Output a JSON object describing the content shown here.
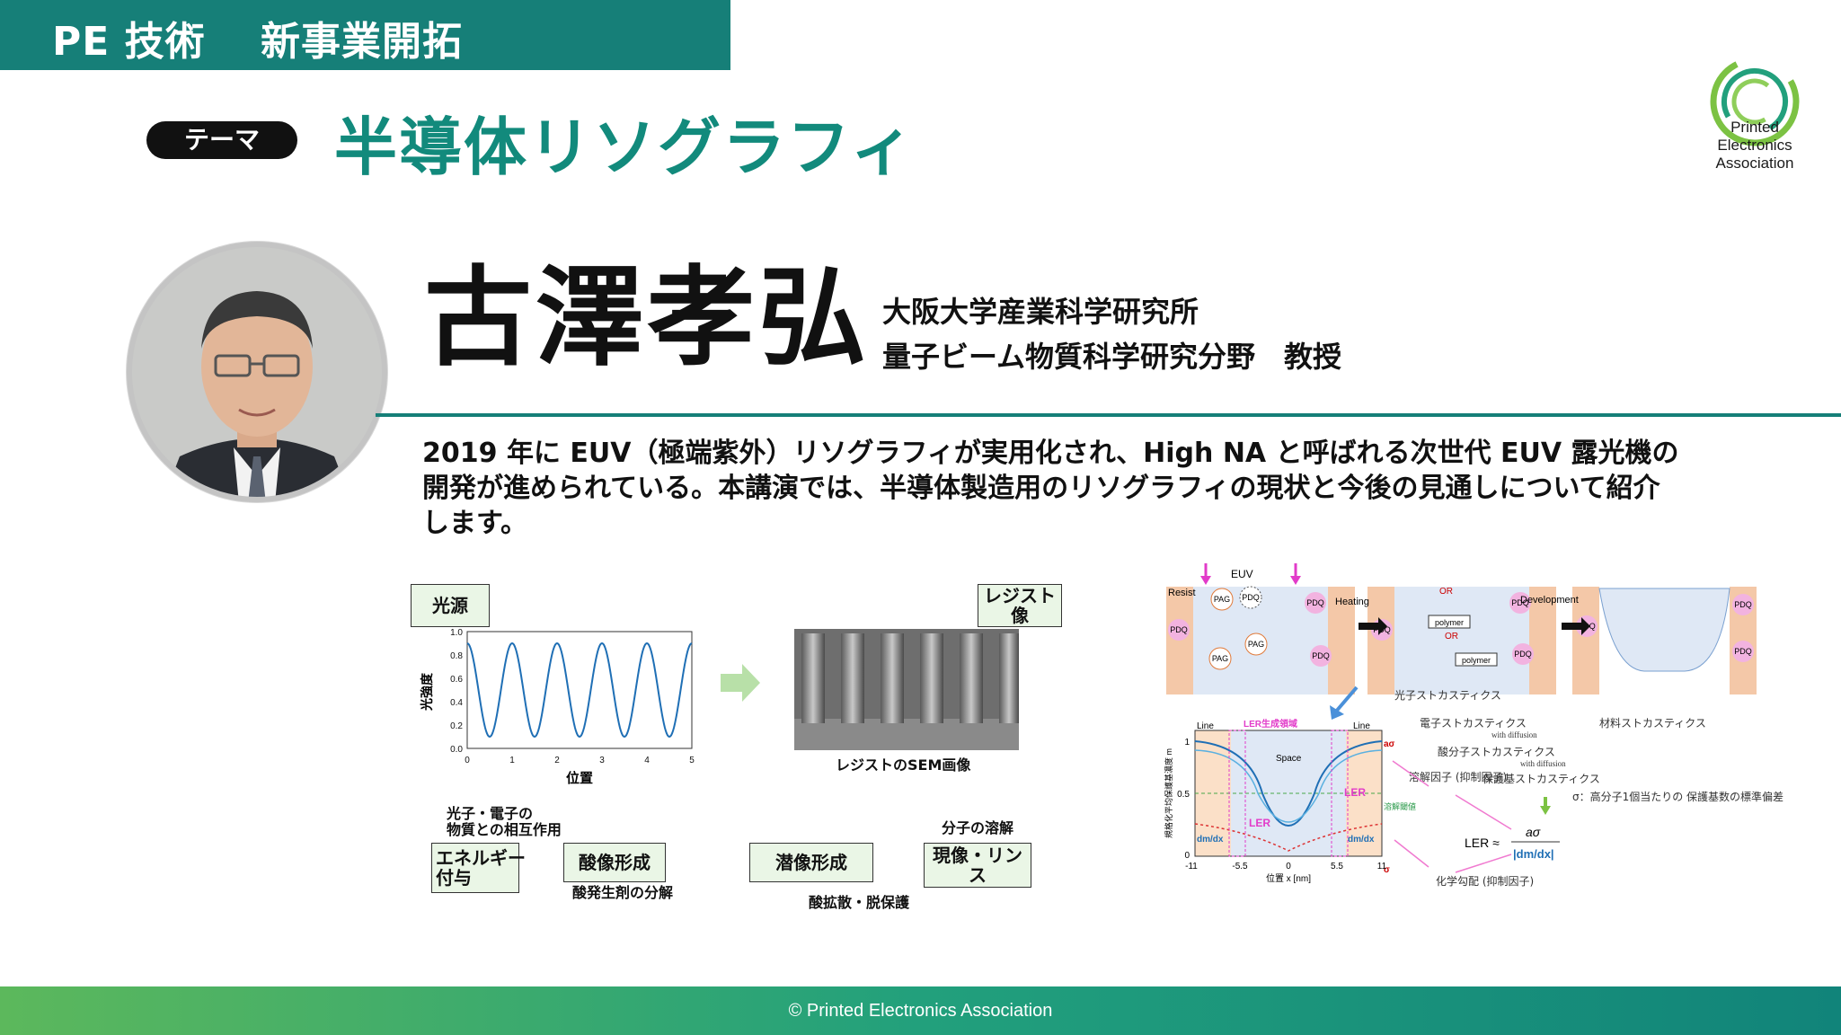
{
  "header": {
    "title": "PE 技術　 新事業開拓"
  },
  "theme": {
    "badge": "テーマ",
    "title": "半導体リソグラフィ"
  },
  "logo": {
    "lines": [
      "Printed",
      "Electronics",
      "Association"
    ]
  },
  "speaker": {
    "name": "古澤孝弘",
    "affiliation_line1": "大阪大学産業科学研究所",
    "affiliation_line2": "量子ビーム物質科学研究分野　教授"
  },
  "abstract": {
    "line1": "2019 年に EUV（極端紫外）リソグラフィが実用化され、High NA と呼ばれる次世代 EUV 露光機の",
    "line2": "開発が進められている。本講演では、半導体製造用のリソグラフィの現状と今後の見通しについて紹介",
    "line3": "します。"
  },
  "figure_left": {
    "label_light_source": "光源",
    "label_resist_image": "レジスト像",
    "chart_ylabel": "光強度",
    "chart_xlabel": "位置",
    "y_ticks": [
      "1.0",
      "0.8",
      "0.6",
      "0.4",
      "0.2",
      "0.0"
    ],
    "x_ticks": [
      "0",
      "1",
      "2",
      "3",
      "4",
      "5"
    ],
    "sem_caption": "レジストのSEM画像",
    "interaction_note": "光子・電子の\n物質との相互作用",
    "dissolution_note": "分子の溶解",
    "step_energy": "エネルギー\n付与",
    "step_acid": "酸像形成",
    "step_latent": "潜像形成",
    "step_develop": "現像・リンス",
    "acid_note": "酸発生剤の分解",
    "diffusion_note": "酸拡散・脱保護"
  },
  "figure_right": {
    "euv": "EUV",
    "resist": "Resist",
    "heating": "Heating",
    "development": "Development",
    "pdq": "PDQ",
    "pag": "PAG",
    "polymer": "polymer",
    "or_label": "OR",
    "line_left": "Line",
    "line_right": "Line",
    "space": "Space",
    "ler_region": "LER生成領域",
    "ler": "LER",
    "dmdx": "dm/dx",
    "a_sigma": "aσ",
    "sigma": "σ",
    "dissolution_threshold": "溶解閾値",
    "y_axis_label": "規格化平均保護基濃度 m",
    "y_ticks": [
      "1",
      "0.5",
      "0"
    ],
    "x_ticks": [
      "-11",
      "-5.5",
      "0",
      "5.5",
      "11"
    ],
    "x_axis_label": "位置 x [nm]",
    "photon_stochastics": "光子ストカスティクス",
    "electron_stochastics": "電子ストカスティクス",
    "acid_stochastics": "酸分子ストカスティクス",
    "material_stochastics": "材料ストカスティクス",
    "protect_stochastics": "保護基ストカスティクス",
    "with_diffusion": "with diffusion",
    "dissolution_factor": "溶解因子\n(抑制因子)",
    "chem_gradient": "化学勾配\n(抑制因子)",
    "sigma_note": "σ：高分子1個当たりの\n保護基数の標準偏差",
    "ler_formula_left": "LER ≈",
    "ler_formula_num": "aσ",
    "ler_formula_den": "|dm/dx|"
  },
  "footer": {
    "text": "© Printed Electronics Association"
  },
  "colors": {
    "teal": "#167f78",
    "theme_text": "#128a7c",
    "box_fill": "#eaf6e6",
    "curve": "#1f6fb5"
  }
}
